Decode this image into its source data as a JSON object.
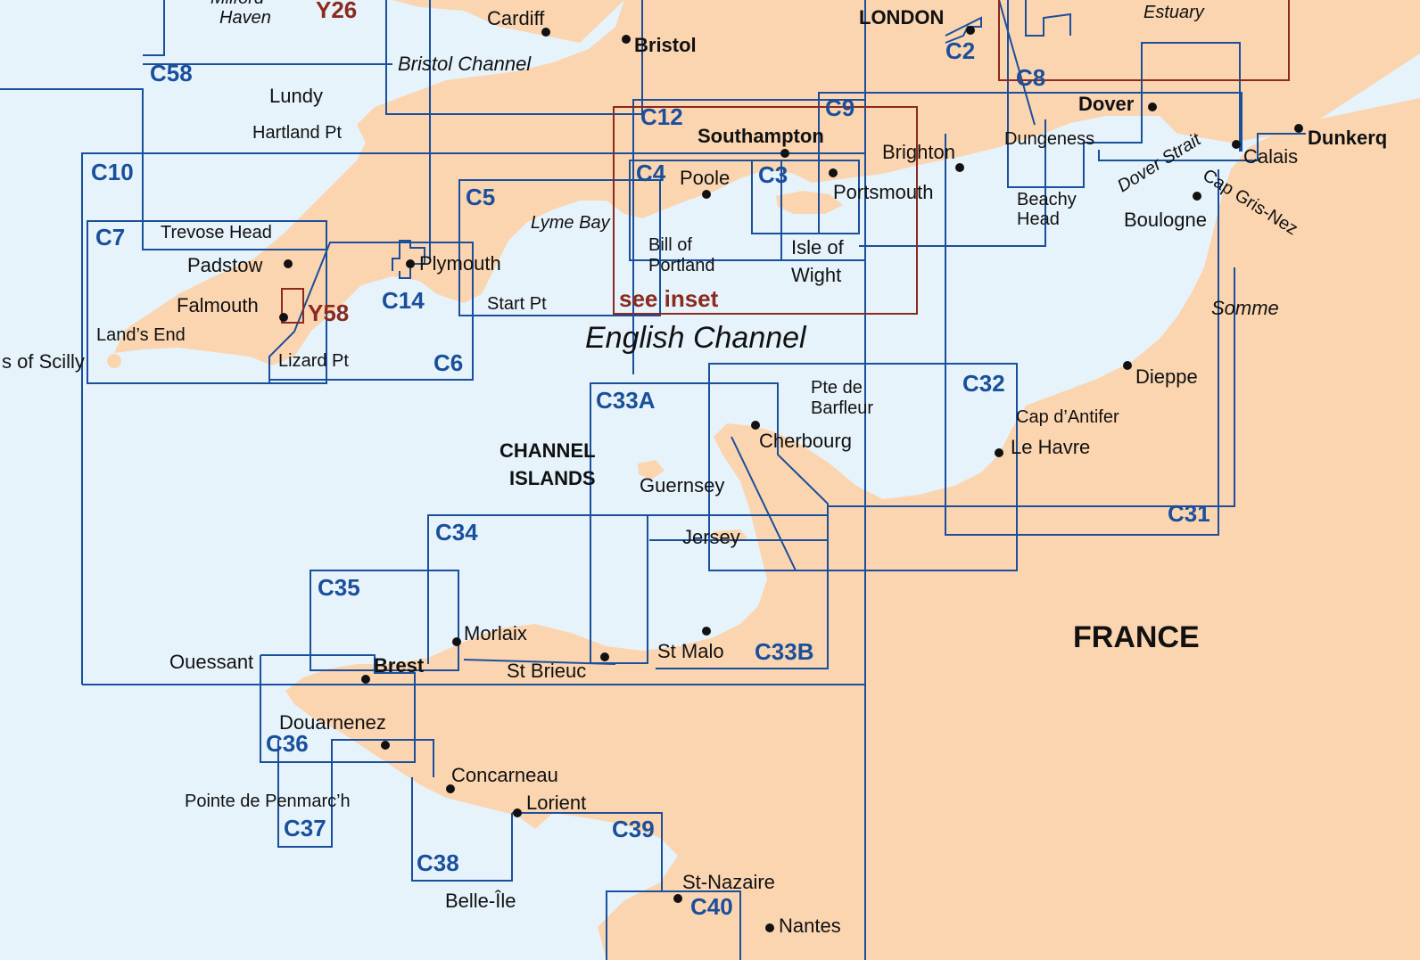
{
  "labels": {
    "milford_haven": "Milford\nHaven",
    "cardiff": "Cardiff",
    "bristol": "Bristol",
    "london": "LONDON",
    "estuary": "Estuary",
    "bristol_channel": "Bristol Channel",
    "lundy": "Lundy",
    "hartland_pt": "Hartland Pt",
    "southampton": "Southampton",
    "dover": "Dover",
    "dungeness": "Dungeness",
    "dover_strait": "Dover Strait",
    "dunkerque": "Dunkerq",
    "calais": "Calais",
    "brighton": "Brighton",
    "poole": "Poole",
    "portsmouth": "Portsmouth",
    "beachy_head": "Beachy\nHead",
    "cap_gris_nez": "Cap Gris-Nez",
    "boulogne": "Boulogne",
    "trevose_head": "Trevose Head",
    "lyme_bay": "Lyme Bay",
    "bill_of_portland": "Bill of\nPortland",
    "isle_of_wight": "Isle of\nWight",
    "padstow": "Padstow",
    "plymouth": "Plymouth",
    "falmouth": "Falmouth",
    "start_pt": "Start Pt",
    "see_inset": "see inset",
    "somme": "Somme",
    "lands_end": "Land’s End",
    "english_channel": "English Channel",
    "isles_of_scilly": "s of Scilly",
    "lizard_pt": "Lizard Pt",
    "dieppe": "Dieppe",
    "pte_de_barfleur": "Pte de\nBarfleur",
    "cap_dantifer": "Cap d’Antifer",
    "channel_islands": "CHANNEL\nISLANDS",
    "cherbourg": "Cherbourg",
    "le_havre": "Le Havre",
    "guernsey": "Guernsey",
    "jersey": "Jersey",
    "france": "FRANCE",
    "morlaix": "Morlaix",
    "ouessant": "Ouessant",
    "brest": "Brest",
    "st_brieuc": "St Brieuc",
    "st_malo": "St Malo",
    "douarnenez": "Douarnenez",
    "concarneau": "Concarneau",
    "pointe_de_penmarch": "Pointe de Penmarc’h",
    "lorient": "Lorient",
    "st_nazaire": "St-Nazaire",
    "belle_ile": "Belle-Île",
    "nantes": "Nantes"
  },
  "chart_codes": {
    "Y26": "Y26",
    "C2": "C2",
    "C8": "C8",
    "C58": "C58",
    "C12": "C12",
    "C9": "C9",
    "C10": "C10",
    "C4": "C4",
    "C3": "C3",
    "C5": "C5",
    "C7": "C7",
    "C14": "C14",
    "Y58": "Y58",
    "C6": "C6",
    "C32": "C32",
    "C33A": "C33A",
    "C31": "C31",
    "C34": "C34",
    "C35": "C35",
    "C33B": "C33B",
    "C36": "C36",
    "C37": "C37",
    "C38": "C38",
    "C39": "C39",
    "C40": "C40"
  },
  "colors": {
    "sea": "#e6f3fb",
    "land": "#fbd5b0",
    "chart_outline": "#1a4f9c",
    "inset_outline": "#8b2a1e",
    "text": "#111111"
  }
}
